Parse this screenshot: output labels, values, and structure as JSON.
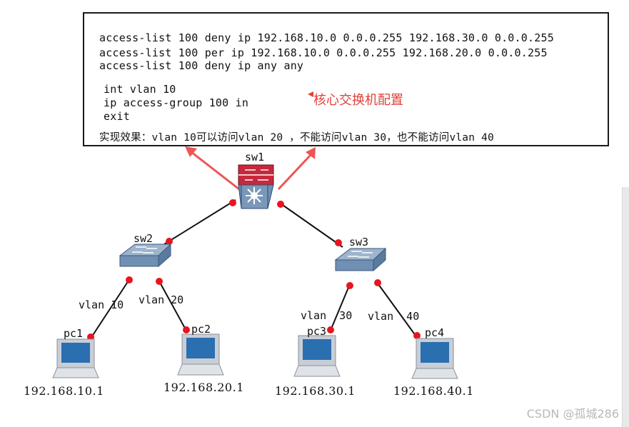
{
  "config": {
    "acl_lines": [
      "access-list 100 deny ip 192.168.10.0 0.0.0.255 192.168.30.0 0.0.0.255",
      "access-list 100 per ip 192.168.10.0 0.0.0.255 192.168.20.0 0.0.0.255",
      "access-list 100 deny ip any any"
    ],
    "intf_lines": [
      "int vlan 10",
      "ip access-group 100 in",
      "exit"
    ],
    "result": "实现效果：vlan 10可以访问vlan 20 ，不能访问vlan 30，也不能访问vlan 40",
    "note": "核心交换机配置",
    "note_color": "#e0403a"
  },
  "devices": {
    "sw1": "sw1",
    "sw2": "sw2",
    "sw3": "sw3",
    "pc1": "pc1",
    "pc2": "pc2",
    "pc3": "pc3",
    "pc4": "pc4"
  },
  "links": {
    "pc1_vlan": "vlan 10",
    "pc2_vlan": "vlan 20",
    "pc3_vlan": "vlan  30",
    "pc4_vlan": "vlan  40"
  },
  "ips": {
    "pc1": "192.168.10.1",
    "pc2": "192.168.20.1",
    "pc3": "192.168.30.1",
    "pc4": "192.168.40.1"
  },
  "colors": {
    "link_dot": "#e8141e",
    "arrow": "#ee5555",
    "router_red": "#c8283c",
    "switch_blue": "#7a98b8",
    "pc_screen": "#2a6fb0"
  },
  "watermark": "CSDN @孤城286"
}
